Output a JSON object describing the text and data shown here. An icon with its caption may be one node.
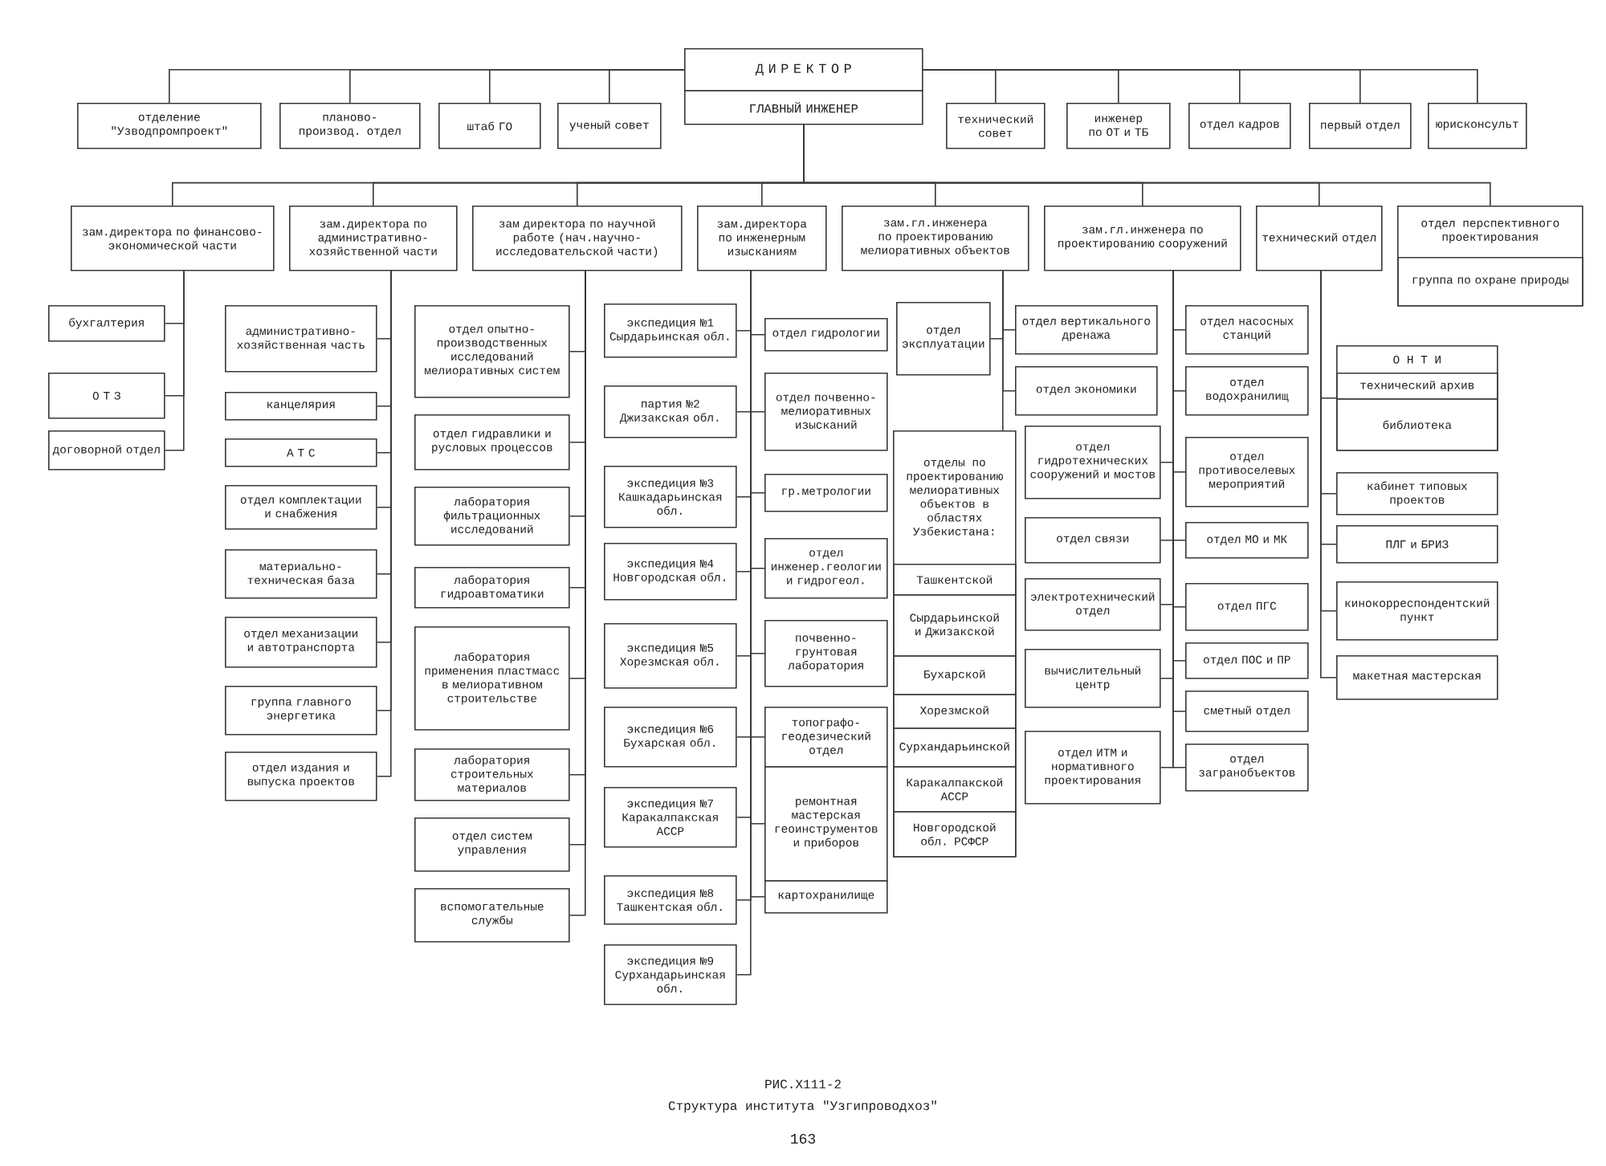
{
  "diagram": {
    "caption": "Структура института \"Узгипроводхоз\"",
    "nodes": [
      {
        "text": [
          "Д И Р Е К Т О Р"
        ]
      },
      {
        "text": [
          "ГЛАВНЫЙ ИНЖЕНЕР"
        ]
      },
      {
        "text": [
          "отделение \"Узводпромпроект\""
        ]
      },
      {
        "text": [
          "планово-производ. отдел"
        ]
      },
      {
        "text": [
          "штаб ГО"
        ]
      },
      {
        "text": [
          "ученый совет"
        ]
      },
      {
        "text": [
          "технический совет"
        ]
      },
      {
        "text": [
          "инженер по ОТ и ТБ"
        ]
      },
      {
        "text": [
          "отдел кадров"
        ]
      },
      {
        "text": [
          "первый отдел"
        ]
      },
      {
        "text": [
          "юрисконсульт"
        ]
      },
      {
        "text": [
          "зам.директора по финансово-экономической части"
        ]
      },
      {
        "text": [
          "зам.директора по административно-хозяйственной части"
        ]
      },
      {
        "text": [
          "зам директора по научной работе (нач.научно-исследовательской части)"
        ]
      },
      {
        "text": [
          "зам.директора по инженерным изысканиям"
        ]
      },
      {
        "text": [
          "зам.гл.инженера по проектированию мелиоративных объектов"
        ]
      },
      {
        "text": [
          "зам.гл.инженера по проектированию сооружений"
        ]
      },
      {
        "text": [
          "технический отдел"
        ]
      },
      {
        "text": [
          "отдел перспективного проектирования"
        ]
      },
      {
        "text": [
          "группа по охране природы"
        ],
        "in": 18
      },
      {
        "text": [
          "бухгалтерия"
        ]
      },
      {
        "text": [
          "О Т З"
        ]
      },
      {
        "text": [
          "договорной отдел"
        ]
      },
      {
        "text": [
          "административно-хозяйственная часть"
        ]
      },
      {
        "text": [
          "канцелярия"
        ]
      },
      {
        "text": [
          "А Т С"
        ]
      },
      {
        "text": [
          "отдел комплектации и снабжения"
        ]
      },
      {
        "text": [
          "материально-техническая база"
        ]
      },
      {
        "text": [
          "отдел механизации и автотранспорта"
        ]
      },
      {
        "text": [
          "группа главного энергетика"
        ]
      },
      {
        "text": [
          "отдел издания и выпуска проектов"
        ]
      },
      {
        "text": [
          "отдел опытно-производственных исследований мелиоративных систем"
        ]
      },
      {
        "text": [
          "отдел гидравлики и русловых процессов"
        ]
      },
      {
        "text": [
          "лаборатория фильтрационных исследований"
        ]
      },
      {
        "text": [
          "лаборатория гидроавтоматики"
        ]
      },
      {
        "text": [
          "лаборатория применения пластмасс в мелиоративном строительстве"
        ]
      },
      {
        "text": [
          "лаборатория строительных материалов"
        ]
      },
      {
        "text": [
          "отдел систем управления"
        ]
      },
      {
        "text": [
          "вспомогательные службы"
        ]
      },
      {
        "text": [
          "экспедиция №1 Сырдарьинская обл."
        ]
      },
      {
        "text": [
          "партия №2 Джизакская обл."
        ]
      },
      {
        "text": [
          "экспедиция №3 Кашкадарьинская обл."
        ]
      },
      {
        "text": [
          "экспедиция №4 Новгородская обл."
        ]
      },
      {
        "text": [
          "экспедиция №5 Хорезмская обл."
        ]
      },
      {
        "text": [
          "экспедиция №6 Бухарская обл."
        ]
      },
      {
        "text": [
          "экспедиция №7 Каракалпакская АССР"
        ]
      },
      {
        "text": [
          "экспедиция №8 Ташкентская обл."
        ]
      },
      {
        "text": [
          "экспедиция №9 Сурхандарьинская обл."
        ]
      },
      {
        "text": [
          "отдел гидрологии"
        ]
      },
      {
        "text": [
          "отдел почвенно-мелиоративных изысканий"
        ]
      },
      {
        "text": [
          "гр.метрологии"
        ]
      },
      {
        "text": [
          "отдел инженер.геологии и гидрогеол."
        ]
      },
      {
        "text": [
          "почвенно-грунтовая лаборатория"
        ]
      },
      {
        "text": [
          "топографо-геодезический отдел"
        ]
      },
      {
        "text": [
          "ремонтная мастерская геоинструментов и приборов"
        ]
      },
      {
        "text": [
          "картохранилище"
        ]
      },
      {
        "text": [
          "отдел эксплуатации"
        ]
      },
      {
        "text": [
          "отдел вертикального дренажа"
        ]
      },
      {
        "text": [
          "отдел экономики"
        ]
      },
      {
        "text": [
          "отделы по проектированию мелиоративных объектов в областях Узбекистана:"
        ]
      },
      {
        "text": [
          "Ташкентской"
        ],
        "in": 59
      },
      {
        "text": [
          "Сырдарьинской и Джизакской"
        ],
        "in": 59
      },
      {
        "text": [
          "Бухарской"
        ],
        "in": 59
      },
      {
        "text": [
          "Хорезмской"
        ],
        "in": 59
      },
      {
        "text": [
          "Сурхандарьинской"
        ],
        "in": 59
      },
      {
        "text": [
          "Каракалпакской АССР"
        ],
        "in": 59
      },
      {
        "text": [
          "Новгородской обл. РСФСР"
        ],
        "in": 59
      },
      {
        "text": [
          "отдел гидротехнических сооружений и мостов"
        ]
      },
      {
        "text": [
          "отдел связи"
        ]
      },
      {
        "text": [
          "электротехнический отдел"
        ]
      },
      {
        "text": [
          "вычислительный центр"
        ]
      },
      {
        "text": [
          "отдел ИТМ и нормативного проектирования"
        ]
      },
      {
        "text": [
          "отдел насосных станций"
        ]
      },
      {
        "text": [
          "отдел водохранилищ"
        ]
      },
      {
        "text": [
          "отдел противоселевых мероприятий"
        ]
      },
      {
        "text": [
          "отдел МО и МК"
        ]
      },
      {
        "text": [
          "отдел ПГС"
        ]
      },
      {
        "text": [
          "отдел ПОС и ПР"
        ]
      },
      {
        "text": [
          "сметный отдел"
        ]
      },
      {
        "text": [
          "отдел загранобъектов"
        ]
      },
      {
        "text": [
          "О Н Т И"
        ]
      },
      {
        "text": [
          "технический архив"
        ],
        "in": 80
      },
      {
        "text": [
          "библиотека"
        ],
        "in": 80
      },
      {
        "text": [
          "кабинет типовых проектов"
        ]
      },
      {
        "text": [
          "ПЛГ и БРИЗ"
        ]
      },
      {
        "text": [
          "кинокорреспондентский пункт"
        ]
      },
      {
        "text": [
          "макетная мастерская"
        ]
      }
    ],
    "edges": [
      {
        "from": 0,
        "to": 2,
        "arrow": "none"
      },
      {
        "from": 0,
        "to": 3,
        "arrow": "none"
      },
      {
        "from": 0,
        "to": 4,
        "arrow": "none"
      },
      {
        "from": 0,
        "to": 5,
        "arrow": "none"
      },
      {
        "from": 0,
        "to": 6,
        "arrow": "none"
      },
      {
        "from": 0,
        "to": 7,
        "arrow": "none"
      },
      {
        "from": 0,
        "to": 8,
        "arrow": "none"
      },
      {
        "from": 0,
        "to": 9,
        "arrow": "none"
      },
      {
        "from": 0,
        "to": 10,
        "arrow": "none"
      },
      {
        "from": 1,
        "to": 11,
        "arrow": "none"
      },
      {
        "from": 1,
        "to": 12,
        "arrow": "none"
      },
      {
        "from": 1,
        "to": 13,
        "arrow": "none"
      },
      {
        "from": 1,
        "to": 14,
        "arrow": "none"
      },
      {
        "from": 1,
        "to": 15,
        "arrow": "none"
      },
      {
        "from": 1,
        "to": 16,
        "arrow": "none"
      },
      {
        "from": 1,
        "to": 17,
        "arrow": "none"
      },
      {
        "from": 1,
        "to": 18,
        "arrow": "none"
      },
      {
        "from": 11,
        "to": 20,
        "arrow": "none"
      },
      {
        "from": 11,
        "to": 21,
        "arrow": "none"
      },
      {
        "from": 11,
        "to": 22,
        "arrow": "none"
      },
      {
        "from": 12,
        "to": 23,
        "arrow": "none"
      },
      {
        "from": 12,
        "to": 24,
        "arrow": "none"
      },
      {
        "from": 12,
        "to": 25,
        "arrow": "none"
      },
      {
        "from": 12,
        "to": 26,
        "arrow": "none"
      },
      {
        "from": 12,
        "to": 27,
        "arrow": "none"
      },
      {
        "from": 12,
        "to": 28,
        "arrow": "none"
      },
      {
        "from": 12,
        "to": 29,
        "arrow": "none"
      },
      {
        "from": 12,
        "to": 30,
        "arrow": "none"
      },
      {
        "from": 13,
        "to": 31,
        "arrow": "none"
      },
      {
        "from": 13,
        "to": 32,
        "arrow": "none"
      },
      {
        "from": 13,
        "to": 33,
        "arrow": "none"
      },
      {
        "from": 13,
        "to": 34,
        "arrow": "none"
      },
      {
        "from": 13,
        "to": 35,
        "arrow": "none"
      },
      {
        "from": 13,
        "to": 36,
        "arrow": "none"
      },
      {
        "from": 13,
        "to": 37,
        "arrow": "none"
      },
      {
        "from": 13,
        "to": 38,
        "arrow": "none"
      },
      {
        "from": 14,
        "to": 39,
        "arrow": "none"
      },
      {
        "from": 14,
        "to": 40,
        "arrow": "none"
      },
      {
        "from": 14,
        "to": 41,
        "arrow": "none"
      },
      {
        "from": 14,
        "to": 42,
        "arrow": "none"
      },
      {
        "from": 14,
        "to": 43,
        "arrow": "none"
      },
      {
        "from": 14,
        "to": 44,
        "arrow": "none"
      },
      {
        "from": 14,
        "to": 45,
        "arrow": "none"
      },
      {
        "from": 14,
        "to": 46,
        "arrow": "none"
      },
      {
        "from": 14,
        "to": 47,
        "arrow": "none"
      },
      {
        "from": 14,
        "to": 48,
        "arrow": "none"
      },
      {
        "from": 14,
        "to": 49,
        "arrow": "none"
      },
      {
        "from": 14,
        "to": 50,
        "arrow": "none"
      },
      {
        "from": 14,
        "to": 51,
        "arrow": "none"
      },
      {
        "from": 14,
        "to": 52,
        "arrow": "none"
      },
      {
        "from": 14,
        "to": 53,
        "arrow": "none"
      },
      {
        "from": 14,
        "to": 54,
        "arrow": "none"
      },
      {
        "from": 14,
        "to": 55,
        "arrow": "none"
      },
      {
        "from": 15,
        "to": 56,
        "arrow": "none"
      },
      {
        "from": 15,
        "to": 57,
        "arrow": "none"
      },
      {
        "from": 15,
        "to": 58,
        "arrow": "none"
      },
      {
        "from": 15,
        "to": 59,
        "arrow": "none"
      },
      {
        "from": 16,
        "to": 67,
        "arrow": "none"
      },
      {
        "from": 16,
        "to": 68,
        "arrow": "none"
      },
      {
        "from": 16,
        "to": 69,
        "arrow": "none"
      },
      {
        "from": 16,
        "to": 70,
        "arrow": "none"
      },
      {
        "from": 16,
        "to": 71,
        "arrow": "none"
      },
      {
        "from": 16,
        "to": 72,
        "arrow": "none"
      },
      {
        "from": 16,
        "to": 73,
        "arrow": "none"
      },
      {
        "from": 16,
        "to": 74,
        "arrow": "none"
      },
      {
        "from": 16,
        "to": 75,
        "arrow": "none"
      },
      {
        "from": 16,
        "to": 76,
        "arrow": "none"
      },
      {
        "from": 16,
        "to": 77,
        "arrow": "none"
      },
      {
        "from": 16,
        "to": 78,
        "arrow": "none"
      },
      {
        "from": 16,
        "to": 79,
        "arrow": "none"
      },
      {
        "from": 17,
        "to": 80,
        "arrow": "none"
      },
      {
        "from": 17,
        "to": 83,
        "arrow": "none"
      },
      {
        "from": 17,
        "to": 84,
        "arrow": "none"
      },
      {
        "from": 17,
        "to": 85,
        "arrow": "none"
      },
      {
        "from": 17,
        "to": 86,
        "arrow": "none"
      }
    ],
    "labels": [
      "РИС.X111-2",
      "163"
    ]
  }
}
